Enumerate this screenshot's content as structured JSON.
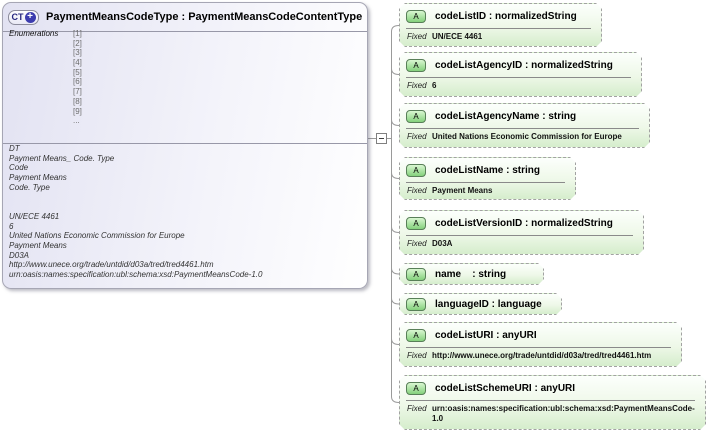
{
  "colors": {
    "main_box_fill_left": "#e2e2f2",
    "main_box_fill_right": "#ffffff",
    "main_box_border": "#a6a6b4",
    "attr_fill_top": "#fcfffc",
    "attr_fill_bottom": "#d5edcc",
    "attr_border": "#a2a2a2",
    "a_icon_fill": "#84d17c",
    "a_icon_border": "#587f58",
    "ct_text": "#26267e",
    "plus_circle": "#3c3cae",
    "connector": "#9a9a9a"
  },
  "main": {
    "icon_label": "CT",
    "expand_glyph": "+",
    "title": "PaymentMeansCodeType : PaymentMeansCodeContentType",
    "enumerations_label": "Enumerations",
    "enumerations": [
      "[1]",
      "[2]",
      "[3]",
      "[4]",
      "[5]",
      "[6]",
      "[7]",
      "[8]",
      "[9]",
      "..."
    ],
    "details": [
      "DT",
      "Payment Means_ Code. Type",
      "Code",
      "Payment Means",
      "Code. Type",
      "",
      "",
      "UN/ECE 4461",
      "6",
      "United Nations Economic Commission for Europe",
      "Payment Means",
      "D03A",
      "http://www.unece.org/trade/untdid/d03a/tred/tred4461.htm",
      "urn:oasis:names:specification:ubl:schema:xsd:PaymentMeansCode-1.0"
    ]
  },
  "attributes": [
    {
      "name": "codeListID",
      "icon": "A",
      "title": "codeListID : normalizedString",
      "fixed_label": "Fixed",
      "fixed_value": "UN/ECE 4461"
    },
    {
      "name": "codeListAgencyID",
      "icon": "A",
      "title": "codeListAgencyID : normalizedString",
      "fixed_label": "Fixed",
      "fixed_value": "6"
    },
    {
      "name": "codeListAgencyName",
      "icon": "A",
      "title": "codeListAgencyName : string",
      "fixed_label": "Fixed",
      "fixed_value": "United Nations Economic Commission for Europe"
    },
    {
      "name": "codeListName",
      "icon": "A",
      "title": "codeListName : string",
      "fixed_label": "Fixed",
      "fixed_value": "Payment Means"
    },
    {
      "name": "codeListVersionID",
      "icon": "A",
      "title": "codeListVersionID : normalizedString",
      "fixed_label": "Fixed",
      "fixed_value": "D03A"
    },
    {
      "name": "name",
      "icon": "A",
      "title": "name    : string"
    },
    {
      "name": "languageID",
      "icon": "A",
      "title": "languageID : language"
    },
    {
      "name": "codeListURI",
      "icon": "A",
      "title": "codeListURI : anyURI",
      "fixed_label": "Fixed",
      "fixed_value": "http://www.unece.org/trade/untdid/d03a/tred/tred4461.htm"
    },
    {
      "name": "codeListSchemeURI",
      "icon": "A",
      "title": "codeListSchemeURI : anyURI",
      "fixed_label": "Fixed",
      "fixed_value": "urn:oasis:names:specification:ubl:schema:xsd:PaymentMeansCode-1.0"
    }
  ]
}
